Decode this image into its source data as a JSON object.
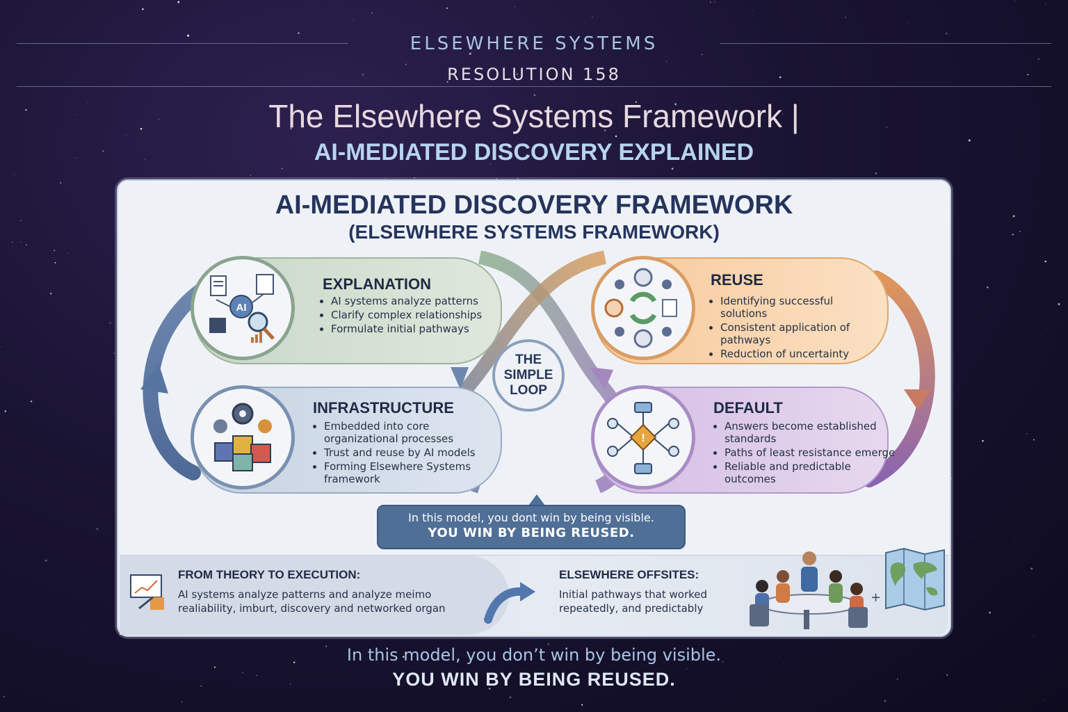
{
  "header": {
    "brand": "ELSEWHERE SYSTEMS",
    "resolution": "RESOLUTION 158",
    "title": "The Elsewhere Systems Framework |",
    "subtitle": "AI-MEDIATED DISCOVERY EXPLAINED"
  },
  "panel": {
    "title": "AI-MEDIATED DISCOVERY FRAMEWORK",
    "subtitle": "(ELSEWHERE SYSTEMS FRAMEWORK)",
    "center": [
      "THE",
      "SIMPLE",
      "LOOP"
    ],
    "stages": {
      "explanation": {
        "title": "EXPLANATION",
        "bullets": [
          "AI systems analyze patterns",
          "Clarify complex relationships",
          "Formulate initial pathways"
        ],
        "icon": "ai-analysis-icon",
        "icon_label": "AI"
      },
      "infrastructure": {
        "title": "INFRASTRUCTURE",
        "bullets": [
          "Embedded into core organizational processes",
          "Trust and reuse by AI models",
          "Forming Elsewhere Systems framework"
        ],
        "icon": "gears-blocks-icon"
      },
      "reuse": {
        "title": "REUSE",
        "bullets": [
          "Identifying successful solutions",
          "Consistent application of pathways",
          "Reduction of uncertainty"
        ],
        "icon": "people-cycle-icon"
      },
      "default": {
        "title": "DEFAULT",
        "bullets": [
          "Answers become established standards",
          "Paths of least resistance emerge",
          "Reliable and predictable outcomes"
        ],
        "icon": "flowchart-icon"
      }
    },
    "callout": {
      "line1": "In this model, you dont win by being visible.",
      "line2": "YOU WIN BY BEING REUSED."
    },
    "bottom": {
      "left_title": "FROM THEORY TO EXECUTION:",
      "left_text_1": "AI systems analyze patterns and analyze meimo",
      "left_text_2": "realiability, imburt, discovery and networked organ",
      "right_title": "ELSEWHERE OFFSITES:",
      "right_text_1": "Initial pathways that worked",
      "right_text_2": "repeatedly, and predictably",
      "icons": [
        "presentation-icon",
        "arrow-icon",
        "team-meeting-icon",
        "world-map-icon"
      ]
    }
  },
  "footer": {
    "line1": "In this model, you don’t win by being visible.",
    "line2": "YOU WIN BY BEING REUSED."
  },
  "colors": {
    "background": "#1a1433",
    "panel": "#eef2f7",
    "explanation": "#c8d8c8",
    "infrastructure": "#c7d3e3",
    "reuse": "#f7c99a",
    "default": "#d4bde4",
    "navy": "#25345c"
  }
}
